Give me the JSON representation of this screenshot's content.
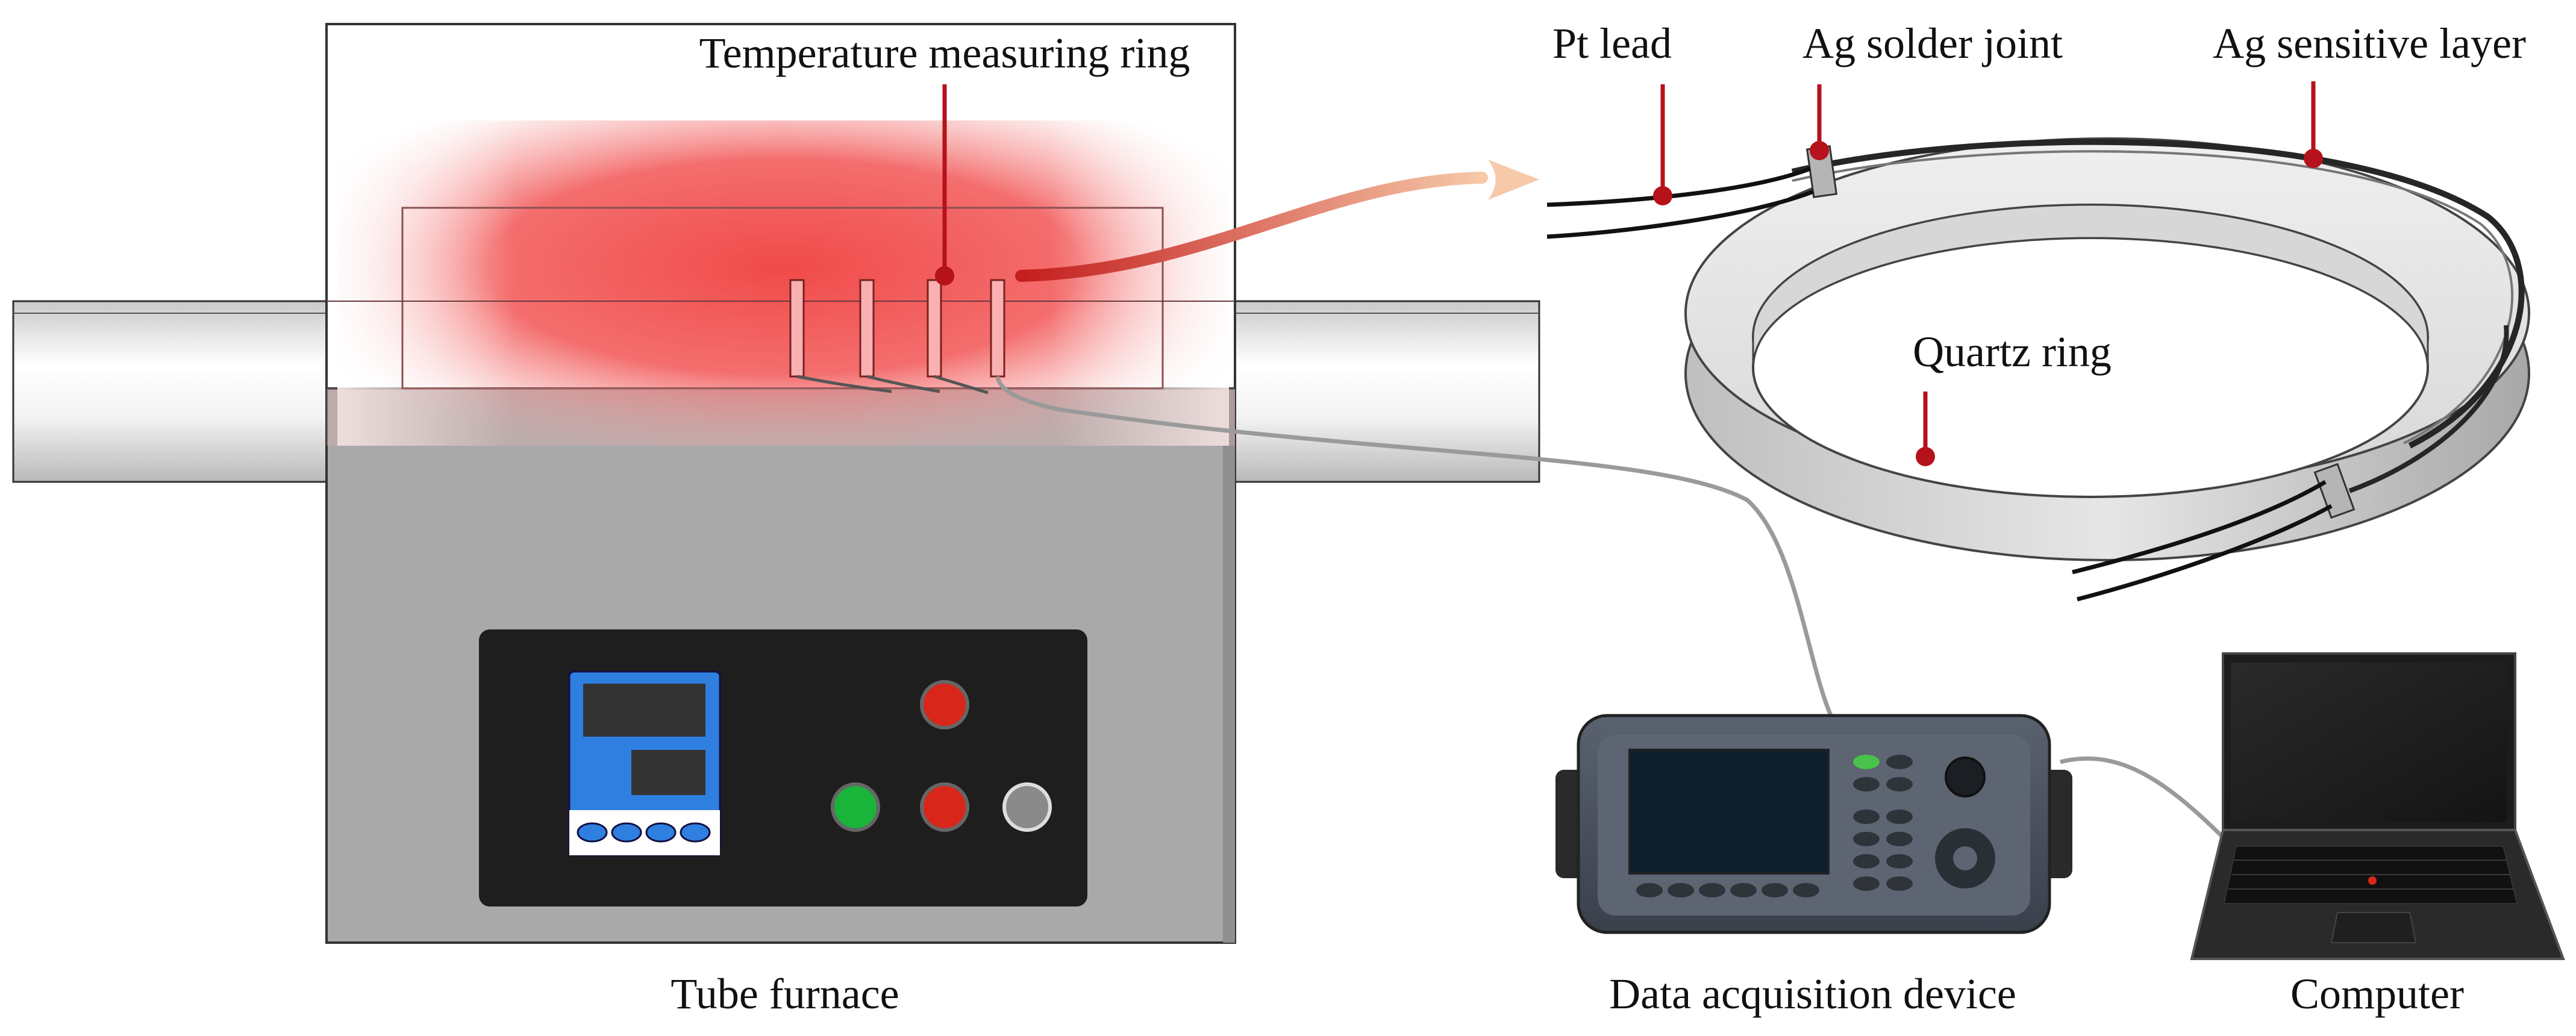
{
  "labels": {
    "temperature_measuring_ring": "Temperature measuring ring",
    "pt_lead": "Pt lead",
    "ag_solder_joint": "Ag solder joint",
    "ag_sensitive_layer": "Ag sensitive layer",
    "quartz_ring": "Quartz ring",
    "tube_furnace": "Tube furnace",
    "data_acquisition_device": "Data acquisition device",
    "computer": "Computer"
  },
  "colors": {
    "heat_zone": "#f04040",
    "callout": "#b5121b",
    "furnace_body": "#a9a9a9",
    "control_panel": "#1e1e1e",
    "controller_blue": "#2f7fe0",
    "button_red": "#d8261a",
    "button_green": "#19b43a",
    "button_gray": "#8a8a8a",
    "daq_body": "#3d4450",
    "daq_screen": "#0d1e2c",
    "laptop": "#2a2a2a",
    "arrow_gradient_end": "#f6c9a9"
  }
}
